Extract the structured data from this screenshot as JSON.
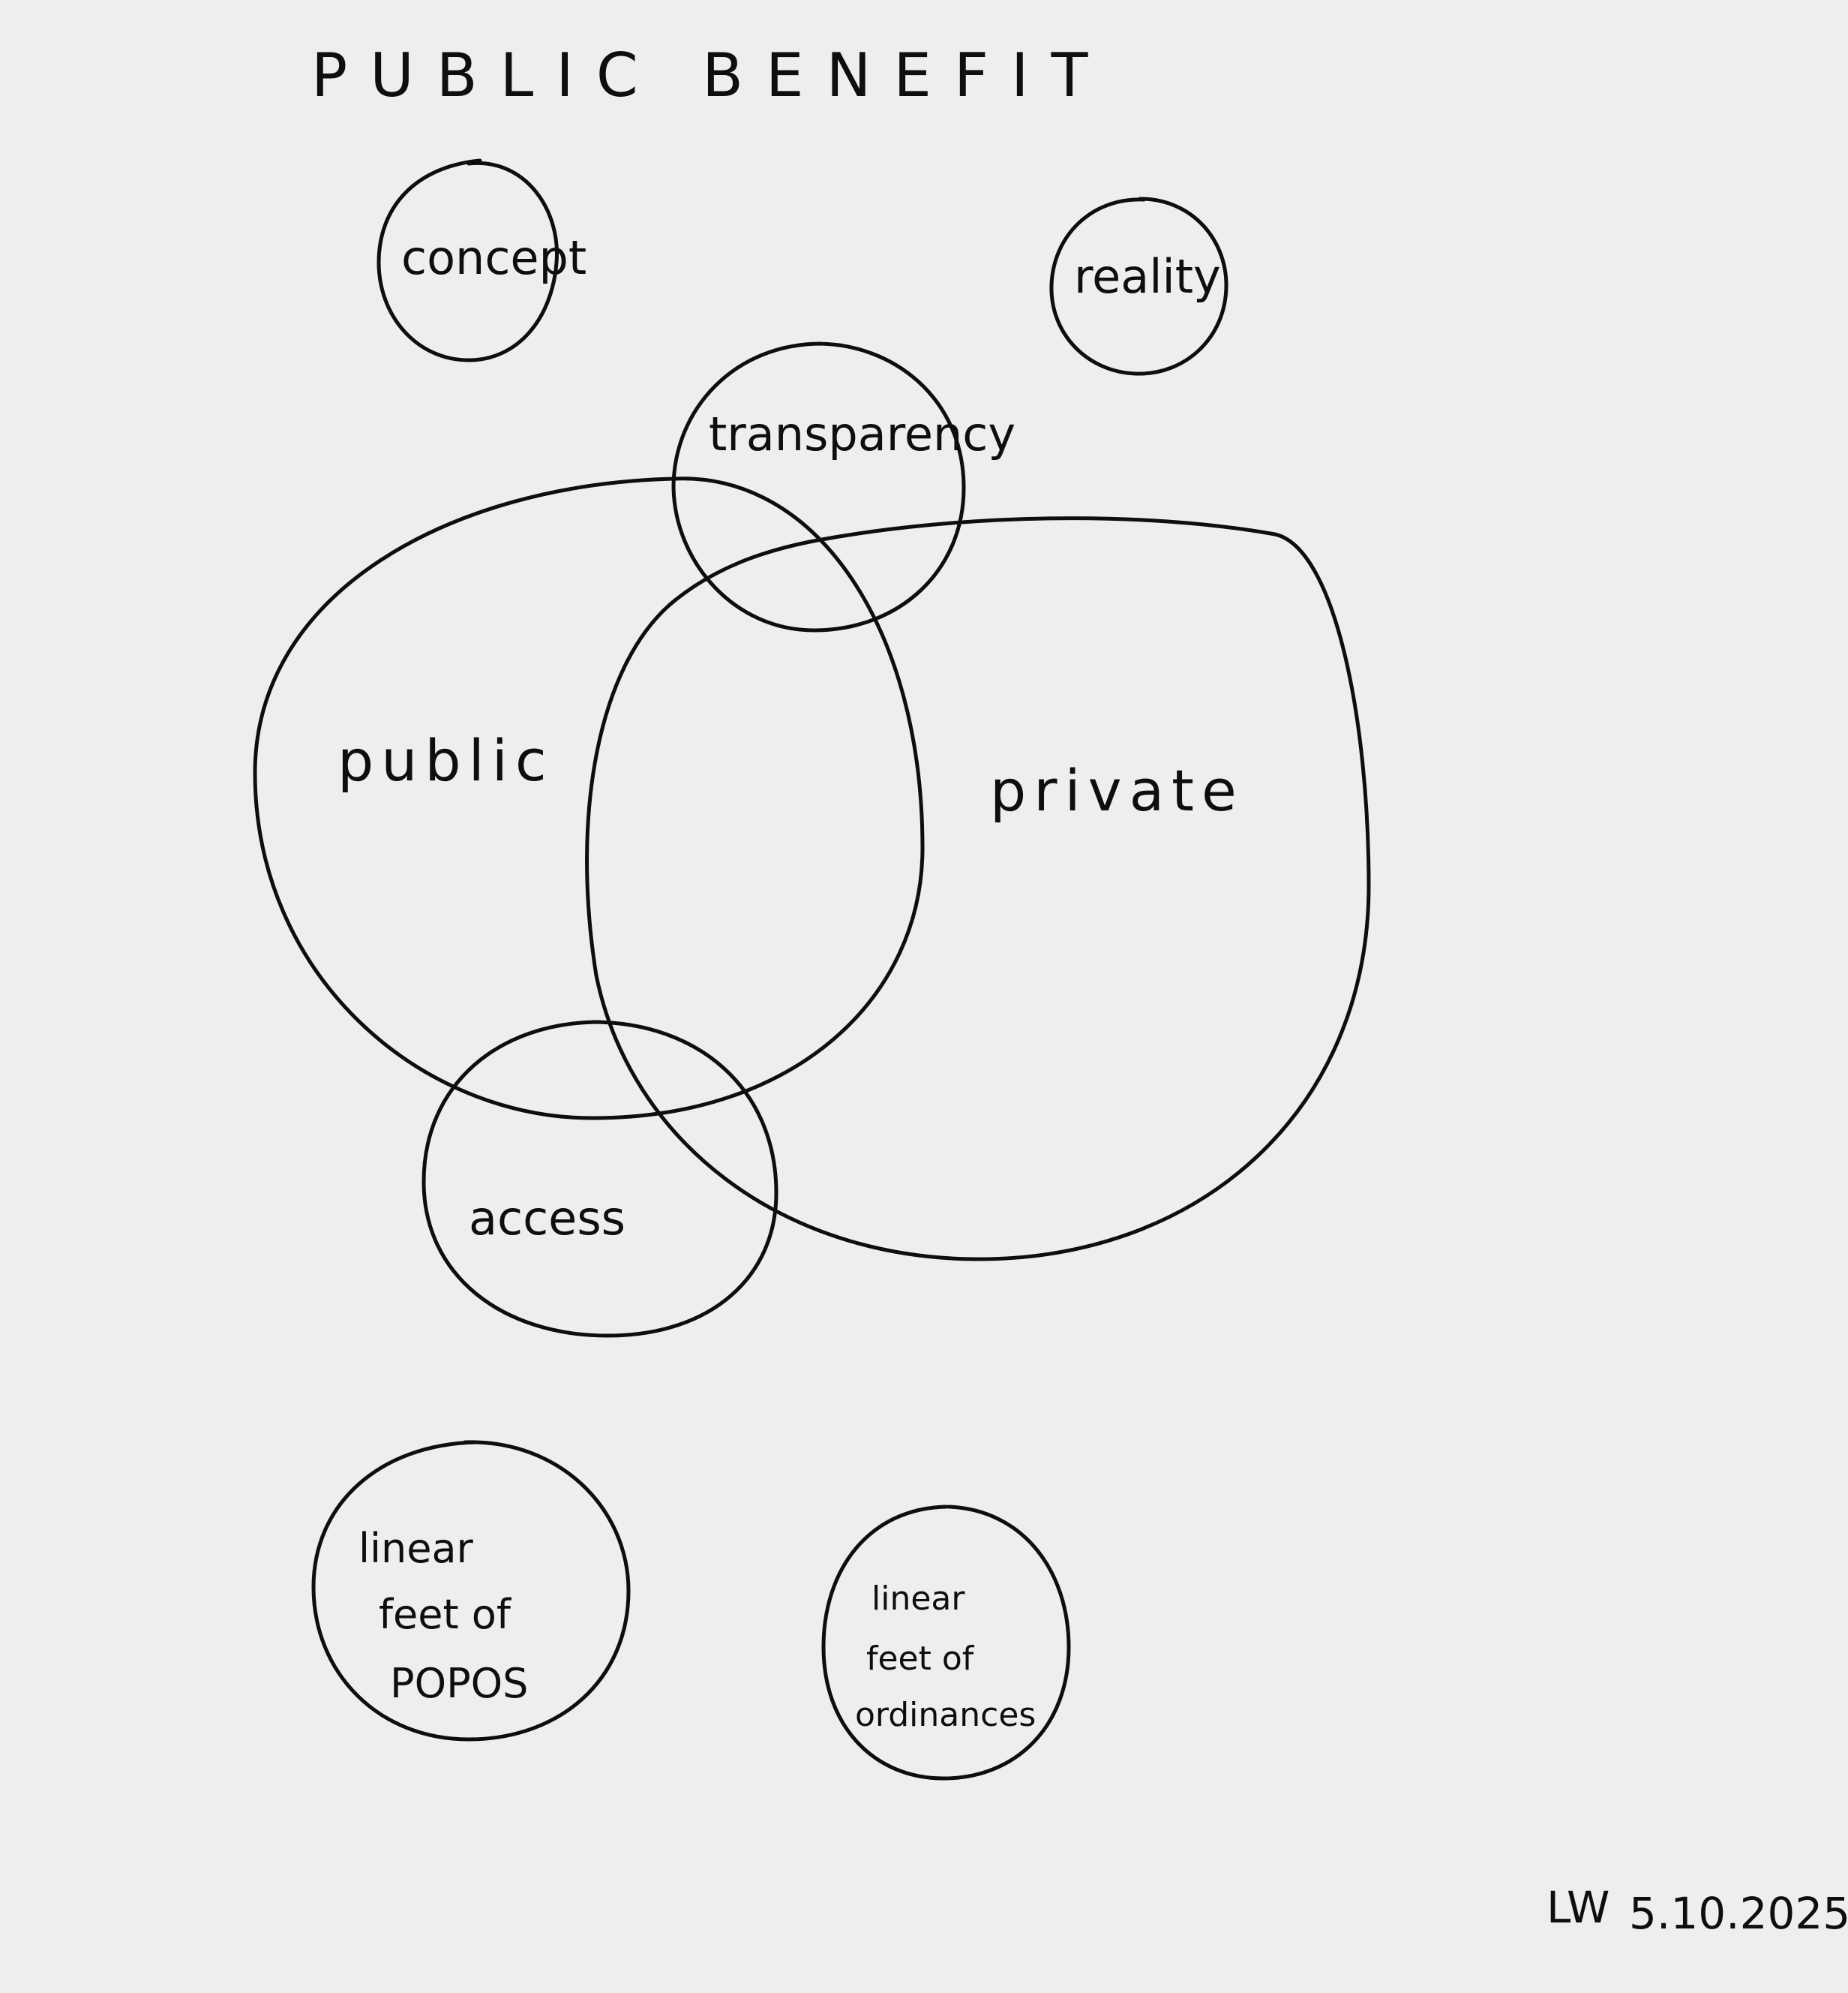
{
  "title": "PUBLIC BENEFIT",
  "circles": {
    "concept": "concept",
    "reality": "reality",
    "transparency": "transparency",
    "public": "public",
    "private": "private",
    "access": "access",
    "popos": [
      "linear",
      "feet of",
      "POPOS"
    ],
    "ordinances": [
      "linear",
      "feet of",
      "ordinances"
    ]
  },
  "signature": {
    "initials": "LW",
    "date": "5.10.2025"
  }
}
